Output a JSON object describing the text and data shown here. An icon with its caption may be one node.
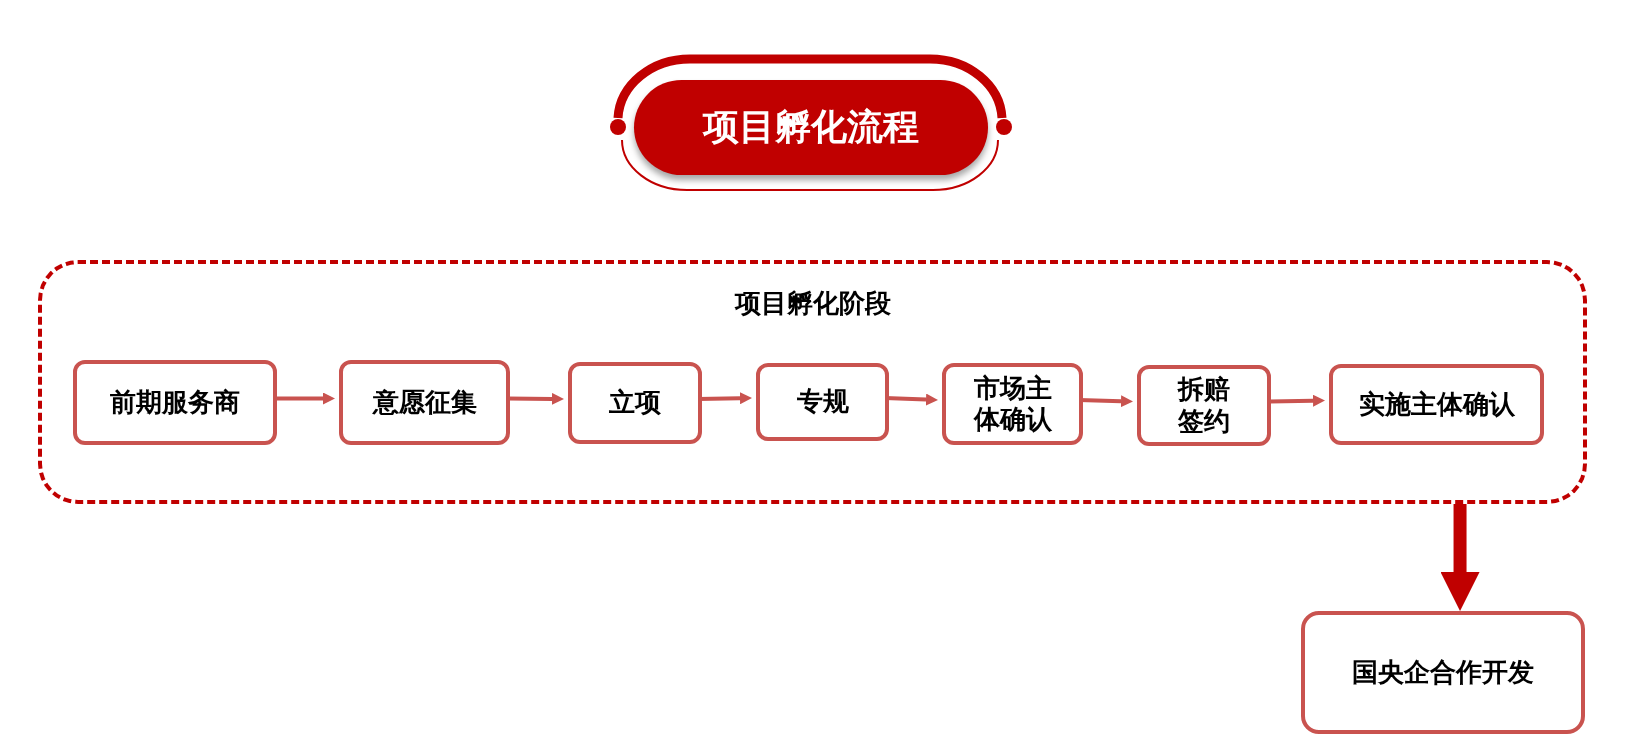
{
  "diagram": {
    "title": "项目孵化流程",
    "nodes": [
      {
        "text": [
          "项目孵化阶段"
        ]
      },
      {
        "text": [
          "前期服务商"
        ],
        "in": 0
      },
      {
        "text": [
          "意愿征集"
        ],
        "in": 0
      },
      {
        "text": [
          "立项"
        ],
        "in": 0
      },
      {
        "text": [
          "专规"
        ],
        "in": 0
      },
      {
        "text": [
          "市场主体确认"
        ],
        "in": 0
      },
      {
        "text": [
          "拆赔签约"
        ],
        "in": 0
      },
      {
        "text": [
          "实施主体确认"
        ],
        "in": 0
      },
      {
        "text": [
          "国央企合作开发"
        ]
      }
    ],
    "edges": [
      {
        "from": 1,
        "to": 2,
        "arrow": "to"
      },
      {
        "from": 2,
        "to": 3,
        "arrow": "to"
      },
      {
        "from": 3,
        "to": 4,
        "arrow": "to"
      },
      {
        "from": 4,
        "to": 5,
        "arrow": "to"
      },
      {
        "from": 5,
        "to": 6,
        "arrow": "to"
      },
      {
        "from": 6,
        "to": 7,
        "arrow": "to"
      },
      {
        "from": 0,
        "to": 8,
        "arrow": "to",
        "style": "thick",
        "color": "#c00000"
      }
    ]
  }
}
